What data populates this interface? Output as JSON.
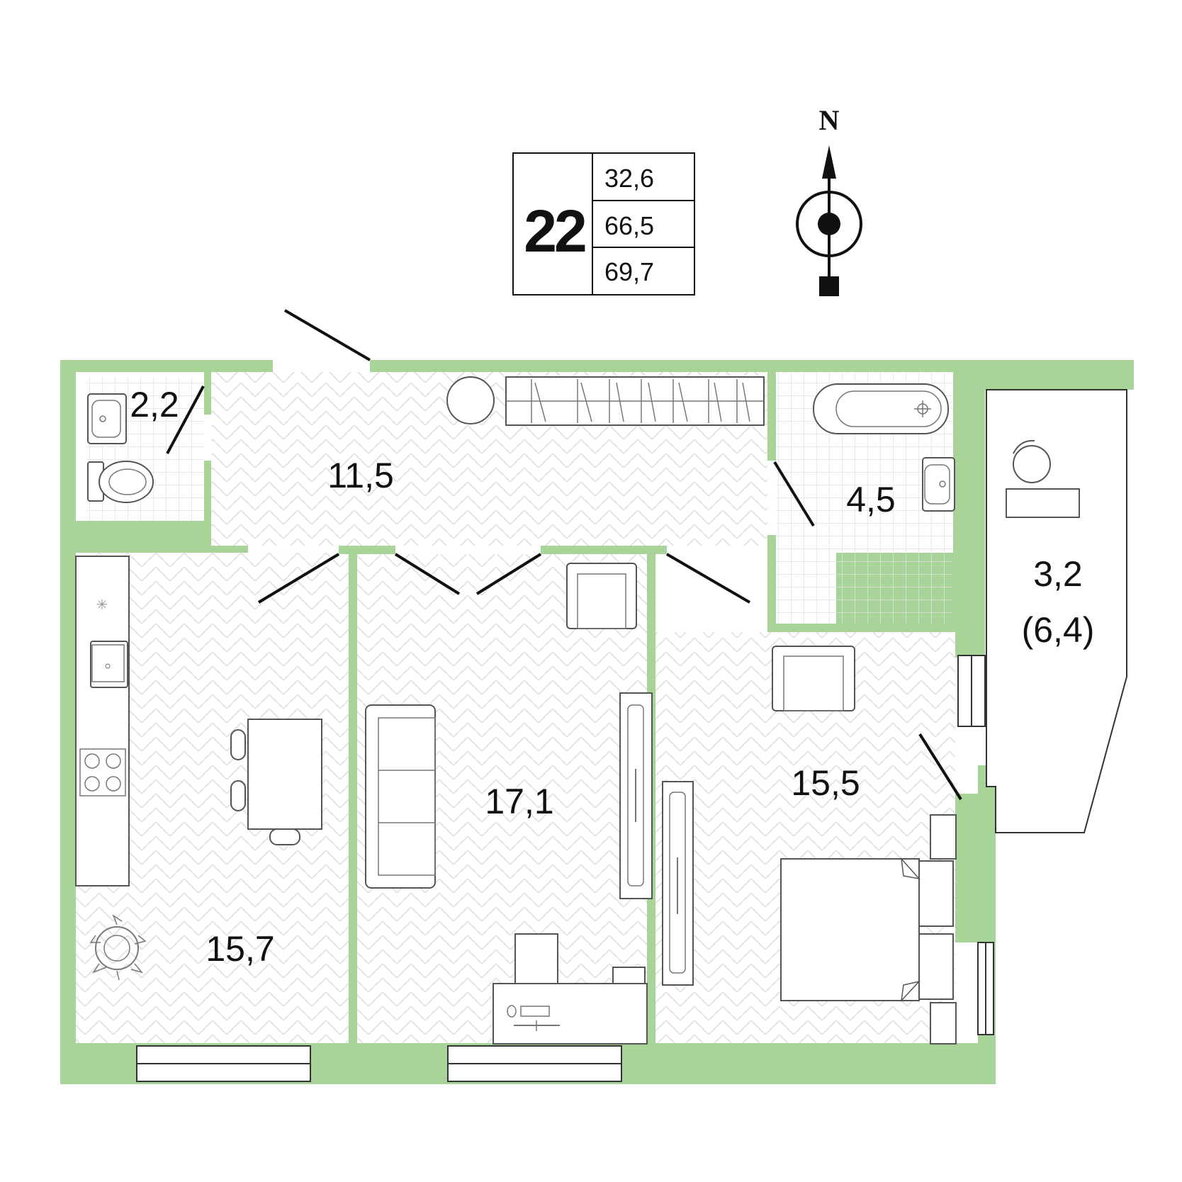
{
  "apartment": {
    "number": "22",
    "areas": [
      "32,6",
      "66,5",
      "69,7"
    ]
  },
  "compass": {
    "label": "N"
  },
  "rooms": {
    "wc": "2,2",
    "hall": "11,5",
    "bathroom": "4,5",
    "balcony": "3,2",
    "balcony_full": "(6,4)",
    "kitchen": "15,7",
    "living": "17,1",
    "bedroom": "15,5"
  },
  "colors": {
    "wall": "#a8d49a",
    "floor_pattern": "#e4e4e4",
    "tile_grid": "#e2e2e2",
    "furniture_stroke": "#555555",
    "door_stroke": "#111111"
  }
}
